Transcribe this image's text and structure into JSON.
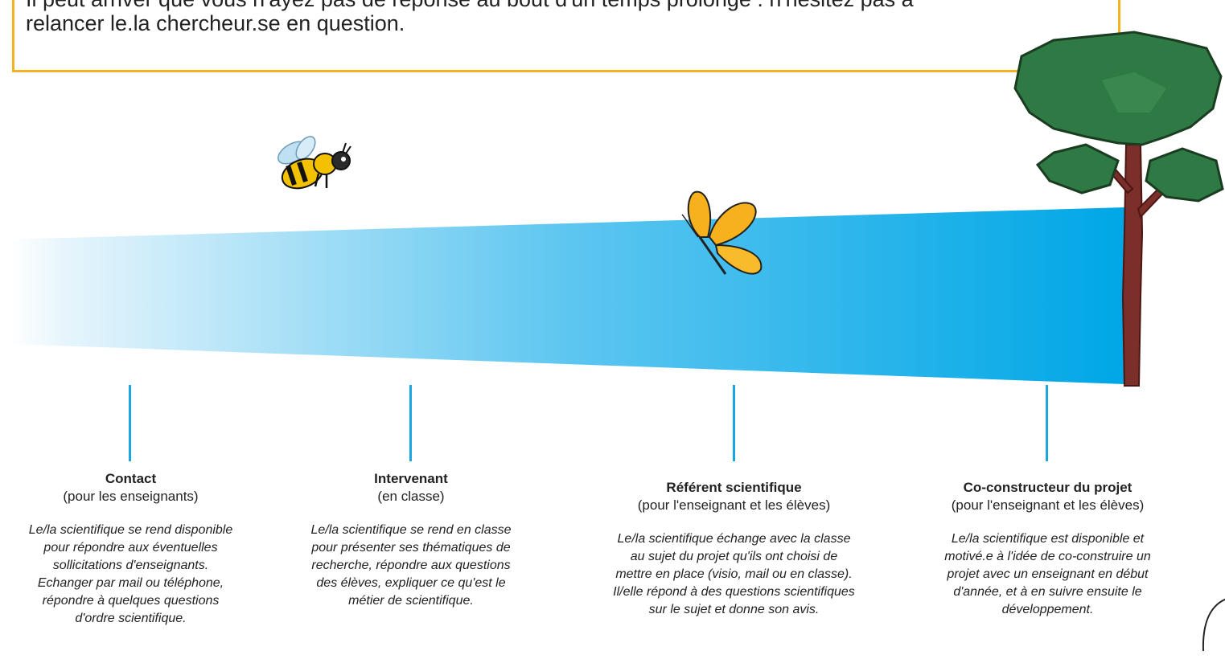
{
  "intro": {
    "text_cut": "Il peut arriver que vous n'ayez pas de réponse au bout d'un temps prolongé : n'hésitez pas à",
    "text_line": "relancer le.la chercheur.se en question."
  },
  "columns": [
    {
      "title": "Contact",
      "subtitle": "(pour les enseignants)",
      "description": "Le/la scientifique se rend disponible pour répondre aux éventuelles sollicitations d'enseignants. Echanger par mail ou téléphone, répondre à quelques questions d'ordre scientifique."
    },
    {
      "title": "Intervenant",
      "subtitle": "(en classe)",
      "description": "Le/la scientifique se rend en classe pour présenter ses thématiques de recherche, répondre aux questions des élèves, expliquer ce qu'est le métier de scientifique."
    },
    {
      "title": "Référent scientifique",
      "subtitle": "(pour l'enseignant et les élèves)",
      "description": "Le/la scientifique échange avec la classe au sujet du projet qu'ils ont choisi de mettre en place (visio, mail ou en classe). Il/elle répond à des questions scientifiques sur le sujet et donne son avis."
    },
    {
      "title": "Co-constructeur du projet",
      "subtitle": "(pour l'enseignant et les élèves)",
      "description": "Le/la scientifique est disponible et motivé.e à l'idée de co-construire un projet avec un enseignant en début d'année, et à en suivre ensuite le développement."
    }
  ],
  "colors": {
    "accent_orange": "#f6b11c",
    "band_start": "#e6f5fc",
    "band_end": "#00a7e6",
    "tick": "#1aa6e0",
    "tree_leaves": "#2f7a44",
    "tree_trunk": "#7b2e2a"
  },
  "icons": [
    "bee-illustration",
    "butterfly-illustration",
    "tree-illustration"
  ]
}
